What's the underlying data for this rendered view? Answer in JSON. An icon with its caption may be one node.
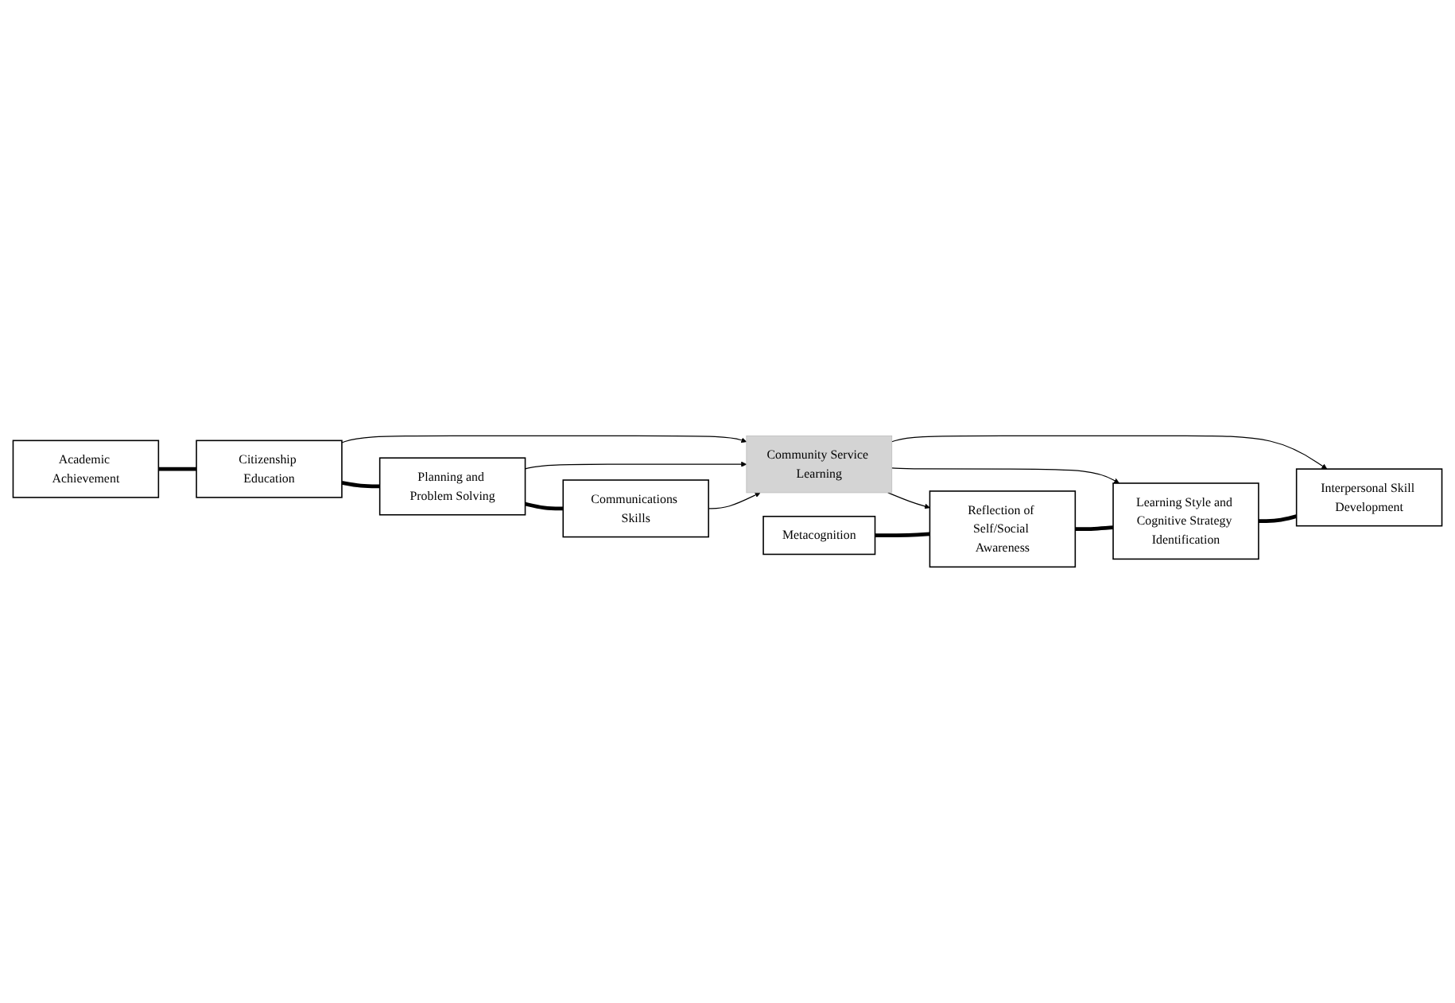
{
  "diagram": {
    "nodes": [
      {
        "text": [
          "Academic Achievement"
        ]
      },
      {
        "text": [
          "Citizenship Education"
        ]
      },
      {
        "text": [
          "Planning and Problem Solving"
        ]
      },
      {
        "text": [
          "Communications Skills"
        ]
      },
      {
        "text": [
          "Community Service Learning"
        ]
      },
      {
        "text": [
          "Metacognition"
        ]
      },
      {
        "text": [
          "Reflection of Self/Social Awareness"
        ]
      },
      {
        "text": [
          "Learning Style and Cognitive Strategy Identification"
        ]
      },
      {
        "text": [
          "Interpersonal Skill Development"
        ]
      }
    ],
    "edges": [
      {
        "from": 0,
        "to": 1,
        "arrow": "none",
        "style": "thick"
      },
      {
        "from": 1,
        "to": 2,
        "arrow": "none",
        "style": "thick"
      },
      {
        "from": 2,
        "to": 3,
        "arrow": "none",
        "style": "thick"
      },
      {
        "from": 1,
        "to": 4,
        "arrow": "to"
      },
      {
        "from": 2,
        "to": 4,
        "arrow": "to"
      },
      {
        "from": 3,
        "to": 4,
        "arrow": "to"
      },
      {
        "from": 4,
        "to": 6,
        "arrow": "to"
      },
      {
        "from": 4,
        "to": 7,
        "arrow": "to"
      },
      {
        "from": 4,
        "to": 8,
        "arrow": "to"
      },
      {
        "from": 5,
        "to": 6,
        "arrow": "none",
        "style": "thick"
      },
      {
        "from": 6,
        "to": 7,
        "arrow": "none",
        "style": "thick"
      },
      {
        "from": 7,
        "to": 8,
        "arrow": "none",
        "style": "thick"
      }
    ]
  }
}
